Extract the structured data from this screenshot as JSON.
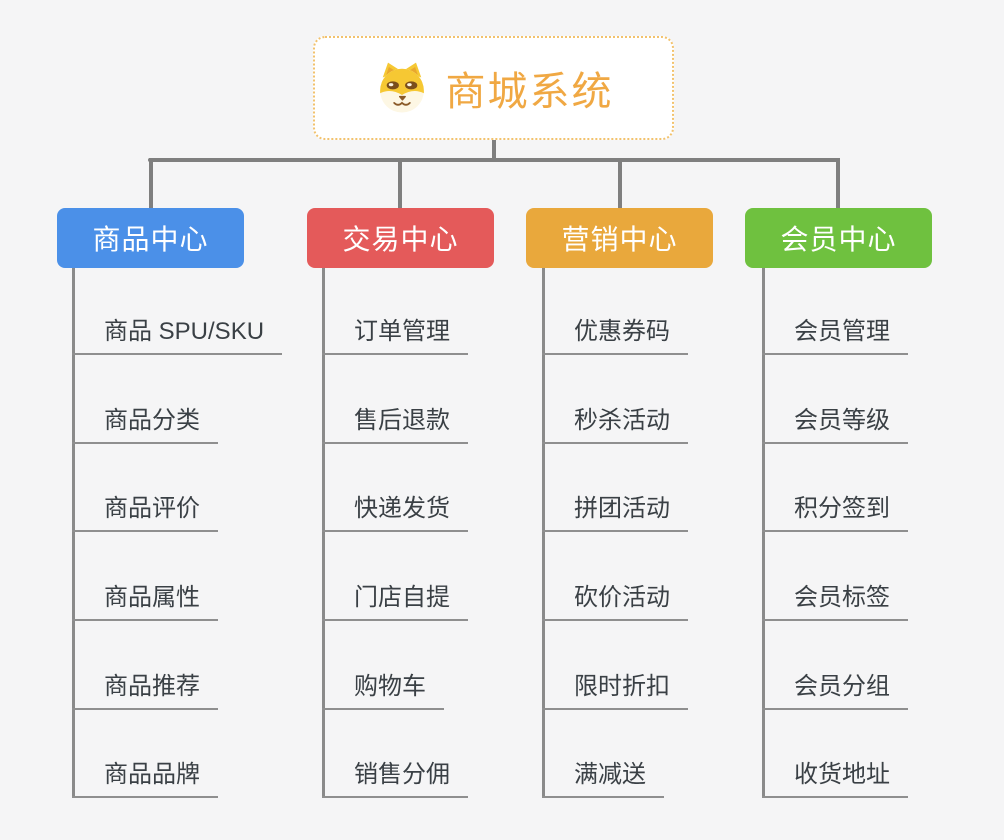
{
  "canvas": {
    "background": "#f5f5f6",
    "connector_color": "#7f7f7f"
  },
  "root": {
    "title": "商城系统",
    "title_color": "#f0a843",
    "border_color": "#f2c26d",
    "icon": "dog-face-icon"
  },
  "branches": [
    {
      "label": "商品中心",
      "color": "#4b90e8",
      "items": [
        "商品 SPU/SKU",
        "商品分类",
        "商品评价",
        "商品属性",
        "商品推荐",
        "商品品牌"
      ]
    },
    {
      "label": "交易中心",
      "color": "#e45a5a",
      "items": [
        "订单管理",
        "售后退款",
        "快递发货",
        "门店自提",
        "购物车",
        "销售分佣"
      ]
    },
    {
      "label": "营销中心",
      "color": "#e9a83c",
      "items": [
        "优惠券码",
        "秒杀活动",
        "拼团活动",
        "砍价活动",
        "限时折扣",
        "满减送"
      ]
    },
    {
      "label": "会员中心",
      "color": "#6fc13f",
      "items": [
        "会员管理",
        "会员等级",
        "积分签到",
        "会员标签",
        "会员分组",
        "收货地址"
      ]
    }
  ]
}
